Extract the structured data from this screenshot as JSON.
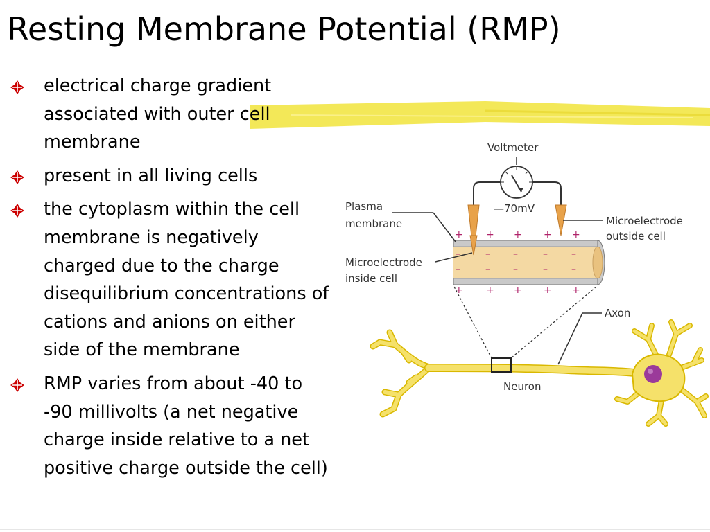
{
  "title": "Resting Membrane Potential (RMP)",
  "bullets": [
    {
      "lines": [
        "electrical charge gradient",
        "associated with outer cell",
        "membrane"
      ]
    },
    {
      "lines": [
        "present in all living cells"
      ]
    },
    {
      "lines": [
        "the cytoplasm within the cell",
        "membrane is negatively",
        "charged due to the charge",
        "disequilibrium concentrations of",
        "cations and anions on either",
        "side of the membrane"
      ]
    },
    {
      "lines": [
        "RMP varies from about -40 to",
        "-90 millivolts (a net negative",
        "charge inside relative to a net",
        "positive charge outside the cell)"
      ]
    }
  ],
  "diagram": {
    "voltmeter": "Voltmeter",
    "reading": "—70mV",
    "plasma_membrane": [
      "Plasma",
      "membrane"
    ],
    "microelectrode_outside": [
      "Microelectrode",
      "outside cell"
    ],
    "microelectrode_inside": [
      "Microelectrode",
      "inside cell"
    ],
    "axon": "Axon",
    "neuron": "Neuron",
    "plus_sign": "+",
    "minus_sign": "–"
  },
  "colors": {
    "bullet_mark": "#cc0000",
    "highlight": "#f2e64a",
    "neuron_fill": "#f5e16a",
    "neuron_stroke": "#d9b800",
    "axon_core": "#f4d9a3",
    "electrode": "#e8a24a",
    "plus": "#b0246a",
    "minus": "#b0246a",
    "nucleus": "#9b3a9a"
  }
}
